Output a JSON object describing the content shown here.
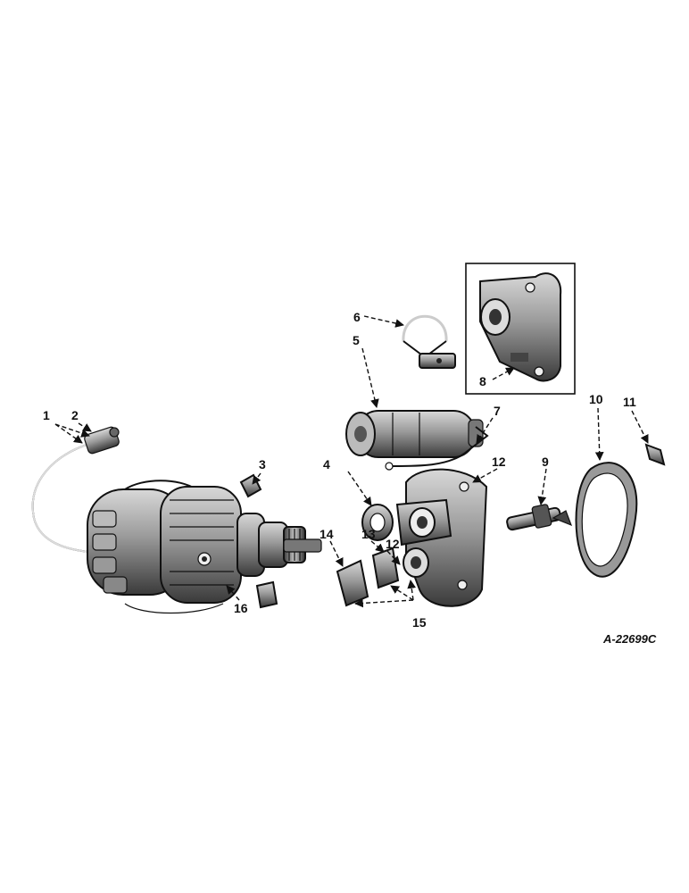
{
  "figure_ref": "A-22699C",
  "callouts": {
    "c1": "1",
    "c2": "2",
    "c3": "3",
    "c4": "4",
    "c5": "5",
    "c6": "6",
    "c7": "7",
    "c8": "8",
    "c9": "9",
    "c10": "10",
    "c11": "11",
    "c12a": "12",
    "c12b": "12",
    "c13": "13",
    "c14": "14",
    "c15": "15",
    "c16": "16"
  }
}
